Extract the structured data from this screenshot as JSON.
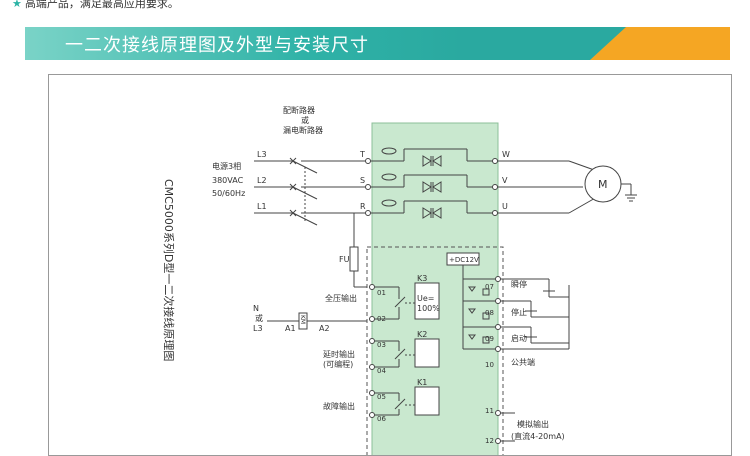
{
  "top_note": "高端产品，满足最高应用要求。",
  "banner_title": "一二次接线原理图及外型与安装尺寸",
  "colors": {
    "teal": "#2fb2a7",
    "orange": "#f5a623",
    "panel": "#c9e8cf"
  },
  "diagram": {
    "vertical_title": "CMC5000系列D型一二次接线原理图",
    "breaker_label": [
      "配断路器",
      "或",
      "漏电断路器"
    ],
    "power_label": [
      "电源3相",
      "380VAC",
      "50/60Hz"
    ],
    "input_lines": [
      "L3",
      "L2",
      "L1"
    ],
    "input_terminals": [
      "T",
      "S",
      "R"
    ],
    "output_terminals": [
      "W",
      "V",
      "U"
    ],
    "motor": "M",
    "fuse": "FU",
    "control_supply": [
      "N",
      "或",
      "L3"
    ],
    "contactor": {
      "coil": "KM",
      "a1": "A1",
      "a2": "A2"
    },
    "left_terminals": [
      "01",
      "02",
      "03",
      "04",
      "05",
      "06"
    ],
    "left_labels": {
      "full_voltage": "全压输出",
      "delay": [
        "延时输出",
        "(可编程)"
      ],
      "fault": "故障输出"
    },
    "relays": [
      "K3",
      "K2",
      "K1"
    ],
    "ue_label": [
      "Ue=",
      "100%"
    ],
    "dc_label": "+DC12V",
    "right_terminals": [
      "07",
      "08",
      "09",
      "10",
      "11",
      "12"
    ],
    "right_labels": {
      "stop_instant": "瞬停",
      "stop": "停止",
      "start": "启动",
      "common": "公共端",
      "analog": [
        "模拟输出",
        "(直流4-20mA)"
      ]
    }
  }
}
